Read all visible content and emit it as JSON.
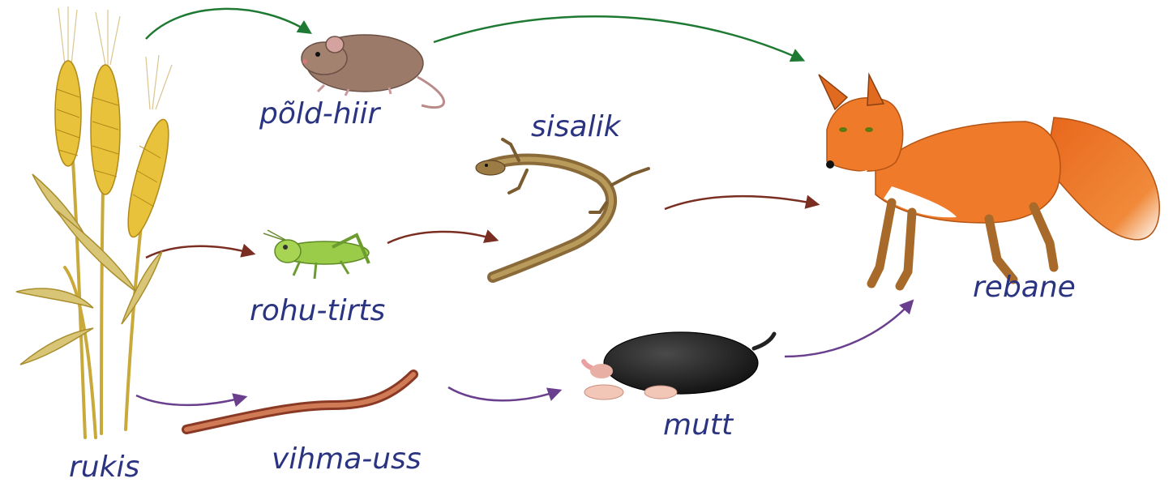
{
  "organisms": {
    "rukis": {
      "label": "rukis"
    },
    "pold_hiir": {
      "label": "põld-hiir"
    },
    "sisalik": {
      "label": "sisalik"
    },
    "rohu_tirts": {
      "label": "rohu-tirts"
    },
    "vihma_uss": {
      "label": "vihma-uss"
    },
    "mutt": {
      "label": "mutt"
    },
    "rebane": {
      "label": "rebane"
    }
  },
  "colors": {
    "label": "#2b3480",
    "arrow_green": "#1e7a32",
    "arrow_brown": "#7a2e22",
    "arrow_purple": "#6a3f8e"
  },
  "food_chains": [
    {
      "color": "green",
      "path": [
        "rukis",
        "põld-hiir",
        "rebane"
      ]
    },
    {
      "color": "brown",
      "path": [
        "rukis",
        "rohu-tirts",
        "sisalik",
        "rebane"
      ]
    },
    {
      "color": "purple",
      "path": [
        "rukis",
        "vihma-uss",
        "mutt",
        "rebane"
      ]
    }
  ]
}
